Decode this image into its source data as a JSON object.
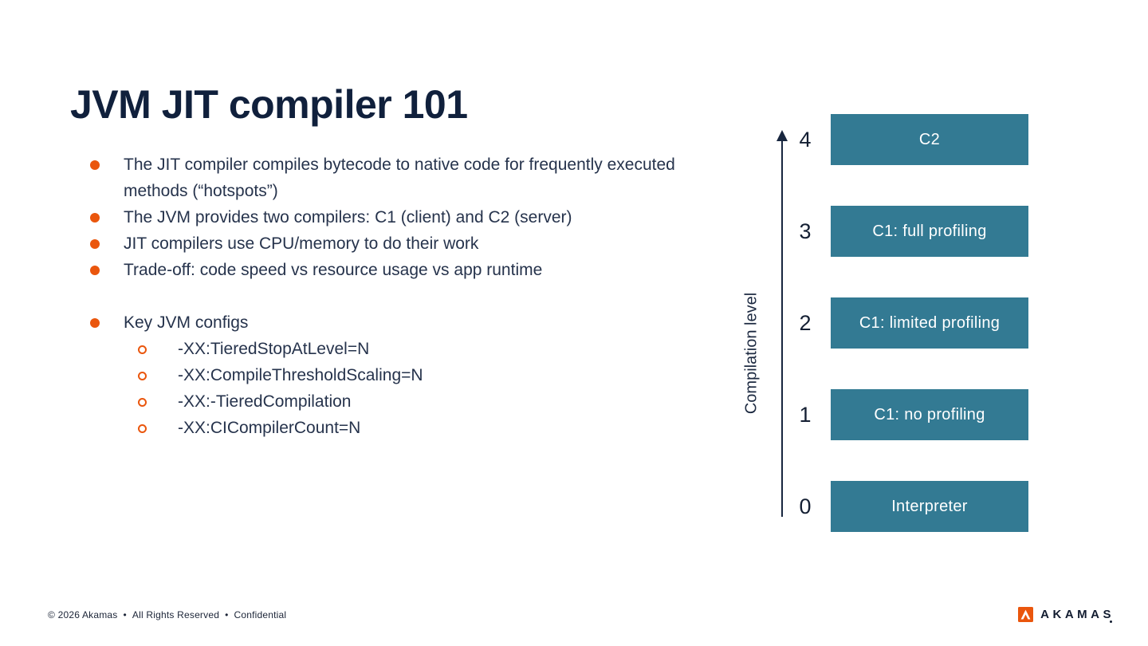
{
  "slide": {
    "title": "JVM JIT compiler 101"
  },
  "bullets": {
    "items": [
      {
        "level": 1,
        "text": "The JIT compiler compiles bytecode to native code for frequently executed methods (“hotspots”)"
      },
      {
        "level": 1,
        "text": "The JVM provides two compilers: C1 (client) and C2 (server)"
      },
      {
        "level": 1,
        "text": "JIT compilers use CPU/memory to do their work"
      },
      {
        "level": 1,
        "text": "Trade-off: code speed vs resource usage vs app runtime"
      },
      {
        "level": 1,
        "text": "Key JVM configs"
      },
      {
        "level": 2,
        "text": "-XX:TieredStopAtLevel=N"
      },
      {
        "level": 2,
        "text": "-XX:CompileThresholdScaling=N"
      },
      {
        "level": 2,
        "text": "-XX:-TieredCompilation"
      },
      {
        "level": 2,
        "text": "-XX:CICompilerCount=N"
      }
    ]
  },
  "diagram": {
    "axis_label": "Compilation level",
    "levels": [
      {
        "level": "4",
        "label": "C2"
      },
      {
        "level": "3",
        "label": "C1: full profiling"
      },
      {
        "level": "2",
        "label": "C1: limited profiling"
      },
      {
        "level": "1",
        "label": "C1: no profiling"
      },
      {
        "level": "0",
        "label": "Interpreter"
      }
    ],
    "box_color": "#337A93"
  },
  "footer": {
    "copyright": "© 2026 Akamas",
    "rights": "All Rights Reserved",
    "confidential": "Confidential",
    "separator": "•",
    "logo_text": "AKAMAS"
  },
  "colors": {
    "accent_orange": "#EA560D",
    "title_navy": "#10203C",
    "body_navy": "#26334C",
    "box_teal": "#337A93"
  }
}
